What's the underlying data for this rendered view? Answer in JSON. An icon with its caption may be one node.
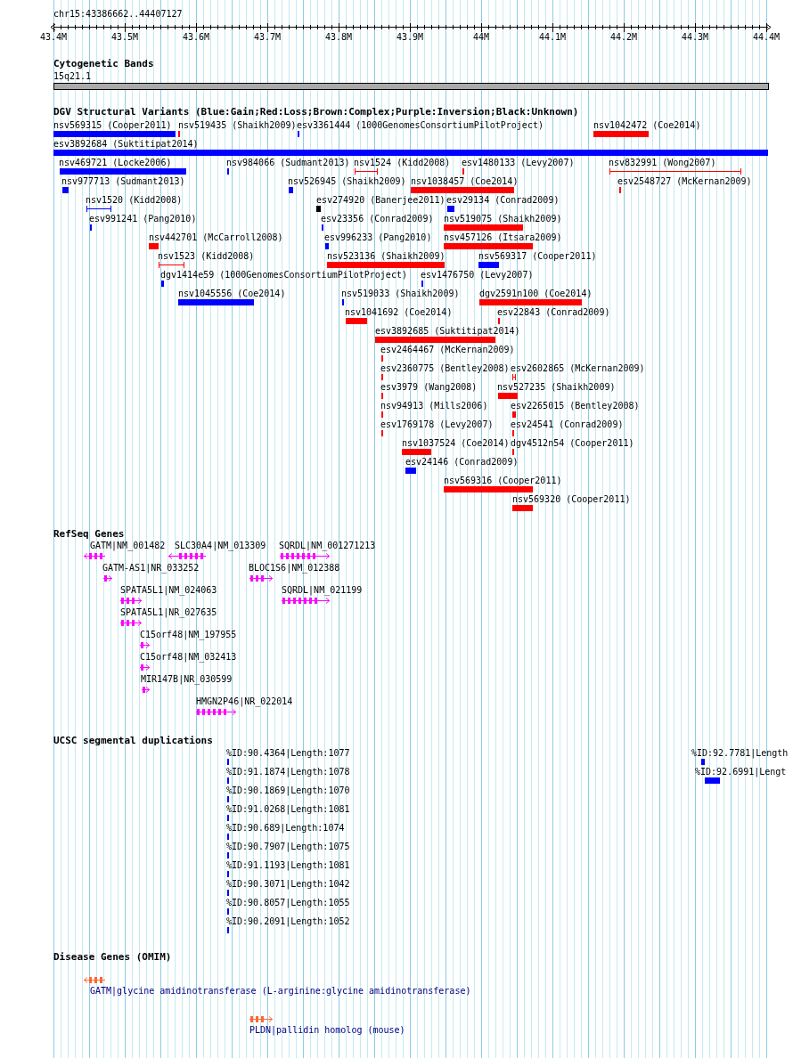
{
  "diagram": {
    "title": "chr15:43386662..44407127",
    "labels": [
      "43.4M",
      "43.5M",
      "43.6M",
      "43.7M",
      "43.8M",
      "43.9M",
      "44M",
      "44.1M",
      "44.2M",
      "44.3M",
      "44.4M",
      "Cytogenetic Bands",
      "15q21.1",
      "DGV Structural Variants (Blue:Gain;Red:Loss;Brown:Complex;Purple:Inversion;Black:Unknown)",
      "nsv569315 (Cooper2011)",
      "nsv519435 (Shaikh2009)",
      "esv3361444 (1000GenomesConsortiumPilotProject)",
      "nsv1042472 (Coe2014)",
      "esv3892684 (Suktitipat2014)",
      "nsv469721 (Locke2006)",
      "nsv984066 (Sudmant2013)",
      "nsv1524 (Kidd2008)",
      "esv1480133 (Levy2007)",
      "nsv832991 (Wong2007)",
      "nsv977713 (Sudmant2013)",
      "nsv526945 (Shaikh2009)",
      "nsv1038457 (Coe2014)",
      "esv2548727 (McKernan2009)",
      "nsv1520 (Kidd2008)",
      "esv274920 (Banerjee2011)",
      "esv29134 (Conrad2009)",
      "esv991241 (Pang2010)",
      "esv23356 (Conrad2009)",
      "nsv519075 (Shaikh2009)",
      "nsv442701 (McCarroll2008)",
      "esv996233 (Pang2010)",
      "nsv457126 (Itsara2009)",
      "nsv1523 (Kidd2008)",
      "nsv523136 (Shaikh2009)",
      "nsv569317 (Cooper2011)",
      "dgv1414e59 (1000GenomesConsortiumPilotProject)",
      "esv1476750 (Levy2007)",
      "nsv1045556 (Coe2014)",
      "nsv519033 (Shaikh2009)",
      "dgv2591n100 (Coe2014)",
      "nsv1041692 (Coe2014)",
      "esv22843 (Conrad2009)",
      "esv3892685 (Suktitipat2014)",
      "esv2464467 (McKernan2009)",
      "esv2360775 (Bentley2008)",
      "esv2602865 (McKernan2009)",
      "esv3979 (Wang2008)",
      "nsv527235 (Shaikh2009)",
      "nsv94913 (Mills2006)",
      "esv2265015 (Bentley2008)",
      "esv1769178 (Levy2007)",
      "esv24541 (Conrad2009)",
      "nsv1037524 (Coe2014)",
      "dgv4512n54 (Cooper2011)",
      "esv24146 (Conrad2009)",
      "nsv569316 (Cooper2011)",
      "nsv569320 (Cooper2011)",
      "RefSeq Genes",
      "GATM|NM_001482",
      "SLC30A4|NM_013309",
      "SQRDL|NM_001271213",
      "GATM-AS1|NR_033252",
      "BLOC1S6|NM_012388",
      "SPATA5L1|NM_024063",
      "SQRDL|NM_021199",
      "SPATA5L1|NR_027635",
      "C15orf48|NM_197955",
      "C15orf48|NM_032413",
      "MIR147B|NR_030599",
      "HMGN2P46|NR_022014",
      "UCSC segmental duplications",
      "%ID:90.4364|Length:1077",
      "%ID:92.7781|Length",
      "%ID:91.1874|Length:1078",
      "%ID:92.6991|Lengt",
      "%ID:90.1869|Length:1070",
      "%ID:91.0268|Length:1081",
      "%ID:90.689|Length:1074",
      "%ID:90.7907|Length:1075",
      "%ID:91.1193|Length:1081",
      "%ID:90.3071|Length:1042",
      "%ID:90.8057|Length:1055",
      "%ID:90.2091|Length:1052",
      "Disease Genes (OMIM)",
      "GATM|glycine amidinotransferase (L-arginine:glycine amidinotransferase)",
      "PLDN|pallidin homolog (mouse)"
    ]
  }
}
